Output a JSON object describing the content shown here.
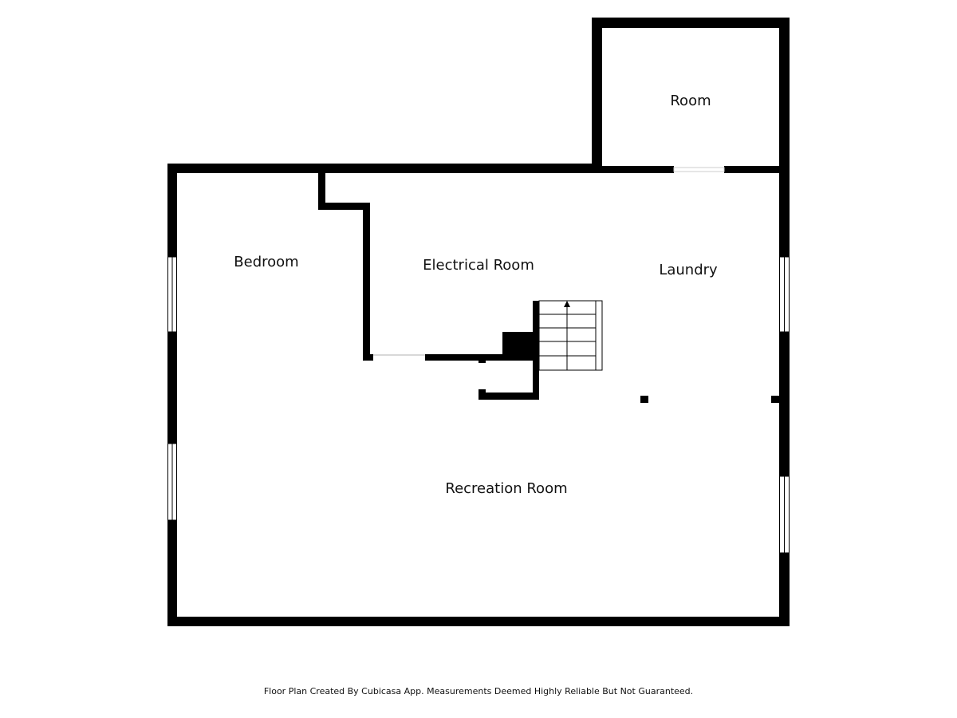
{
  "rooms": {
    "room": "Room",
    "bedroom": "Bedroom",
    "electrical_room": "Electrical Room",
    "laundry": "Laundry",
    "recreation_room": "Recreation Room"
  },
  "footer": "Floor Plan Created By Cubicasa App. Measurements Deemed Highly Reliable But Not Guaranteed.",
  "colors": {
    "wall": "#000000",
    "background": "#ffffff",
    "text": "#111111"
  },
  "icons": {
    "stairs_arrow": "arrow-up-icon"
  }
}
